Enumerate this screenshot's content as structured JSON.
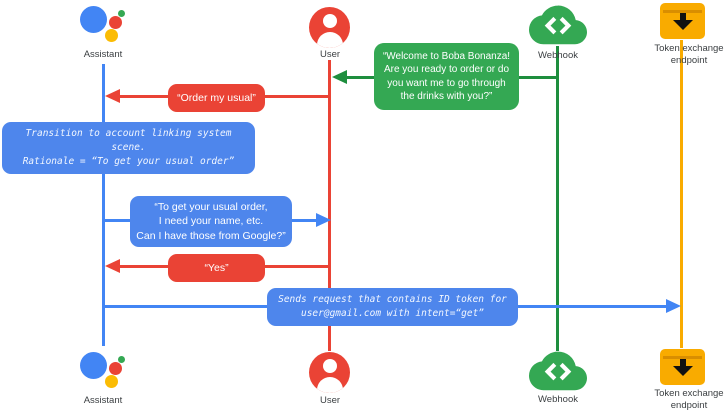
{
  "colors": {
    "blue_line": "#4285F4",
    "blue_box": "#4E86EC",
    "red": "#EA4335",
    "green_box": "#34A853",
    "green_line": "#1E8E3E",
    "amber": "#F9AB00",
    "amber_dark": "#D98E00",
    "label_gray": "#3C4043"
  },
  "actors": {
    "assistant": {
      "label": "Assistant"
    },
    "user": {
      "label": "User"
    },
    "webhook": {
      "label": "Webhook"
    },
    "token_endpoint": {
      "label": "Token exchange\nendpoint"
    }
  },
  "icons": {
    "assistant": "google-assistant-icon",
    "user": "person-circle-icon",
    "webhook": "cloud-code-icon",
    "token_endpoint": "download-box-icon"
  },
  "messages": {
    "welcome": {
      "from": "Webhook",
      "to": "User",
      "text": "“Welcome to Boba Bonanza!\nAre you ready to order or do\nyou want me to go through\nthe drinks with you?”"
    },
    "order_my_usual": {
      "from": "User",
      "to": "Assistant",
      "text": "“Order my usual”"
    },
    "transition_note": {
      "attached_to": "Assistant",
      "text": "Transition to account linking system scene.\nRationale = “To get your usual order”"
    },
    "ask_permission": {
      "from": "Assistant",
      "to": "User",
      "text": "“To get your usual order,\nI need your name, etc.\nCan I have those from Google?”"
    },
    "yes": {
      "from": "User",
      "to": "Assistant",
      "text": "“Yes”"
    },
    "sends_request": {
      "from": "Assistant",
      "to": "Token exchange endpoint",
      "text": "Sends request that contains ID token for\nuser@gmail.com with intent=“get”"
    }
  }
}
